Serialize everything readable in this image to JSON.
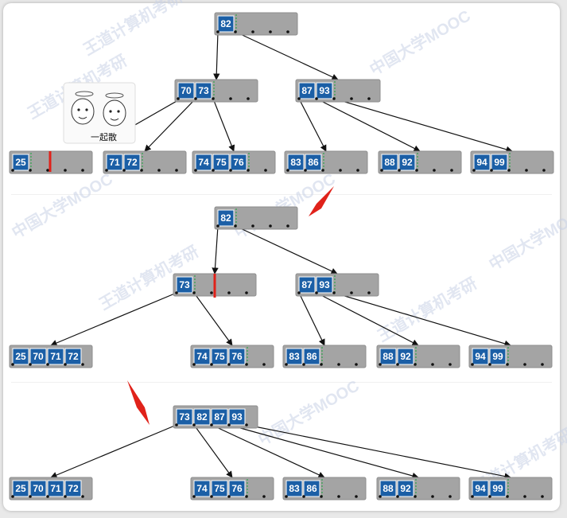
{
  "watermarks": [
    "王道计算机考研",
    "中国大学MOOC"
  ],
  "sticker": {
    "caption": "一起散"
  },
  "arrows": {
    "color": "#e0221a"
  },
  "colors": {
    "key": "#1b5fa6",
    "node": "#a4a4a4",
    "edge": "#111111",
    "divider": "#2fa34a",
    "highlight": "#e0221a"
  },
  "panels": [
    {
      "name": "before-merge",
      "nodes": [
        {
          "id": "p1-root",
          "keys": [
            "82"
          ]
        },
        {
          "id": "p1-l",
          "keys": [
            "70",
            "73"
          ]
        },
        {
          "id": "p1-r",
          "keys": [
            "87",
            "93"
          ]
        },
        {
          "id": "p1-leaf1",
          "keys": [
            "25"
          ]
        },
        {
          "id": "p1-leaf2",
          "keys": [
            "71",
            "72"
          ]
        },
        {
          "id": "p1-leaf3",
          "keys": [
            "74",
            "75",
            "76"
          ]
        },
        {
          "id": "p1-leaf4",
          "keys": [
            "83",
            "86"
          ]
        },
        {
          "id": "p1-leaf5",
          "keys": [
            "88",
            "92"
          ]
        },
        {
          "id": "p1-leaf6",
          "keys": [
            "94",
            "99"
          ]
        }
      ]
    },
    {
      "name": "after-leaf-merge",
      "nodes": [
        {
          "id": "p2-root",
          "keys": [
            "82"
          ]
        },
        {
          "id": "p2-l",
          "keys": [
            "73"
          ]
        },
        {
          "id": "p2-r",
          "keys": [
            "87",
            "93"
          ]
        },
        {
          "id": "p2-leaf1",
          "keys": [
            "25",
            "70",
            "71",
            "72"
          ]
        },
        {
          "id": "p2-leaf2",
          "keys": [
            "74",
            "75",
            "76"
          ]
        },
        {
          "id": "p2-leaf3",
          "keys": [
            "83",
            "86"
          ]
        },
        {
          "id": "p2-leaf4",
          "keys": [
            "88",
            "92"
          ]
        },
        {
          "id": "p2-leaf5",
          "keys": [
            "94",
            "99"
          ]
        }
      ]
    },
    {
      "name": "after-root-merge",
      "nodes": [
        {
          "id": "p3-root",
          "keys": [
            "73",
            "82",
            "87",
            "93"
          ]
        },
        {
          "id": "p3-leaf1",
          "keys": [
            "25",
            "70",
            "71",
            "72"
          ]
        },
        {
          "id": "p3-leaf2",
          "keys": [
            "74",
            "75",
            "76"
          ]
        },
        {
          "id": "p3-leaf3",
          "keys": [
            "83",
            "86"
          ]
        },
        {
          "id": "p3-leaf4",
          "keys": [
            "88",
            "92"
          ]
        },
        {
          "id": "p3-leaf5",
          "keys": [
            "94",
            "99"
          ]
        }
      ]
    }
  ]
}
